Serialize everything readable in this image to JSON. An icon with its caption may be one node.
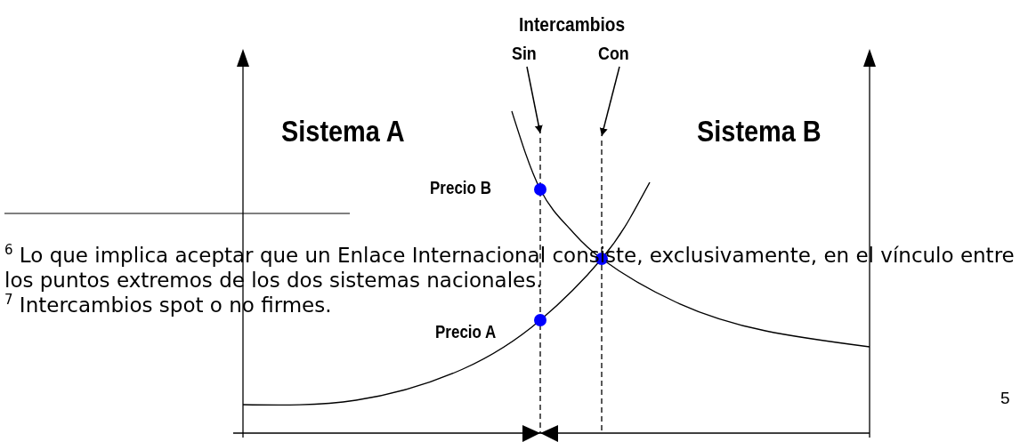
{
  "diagram": {
    "nodes": [
      {
        "text": [
          "Sin"
        ]
      },
      {
        "text": [
          "Con"
        ]
      },
      {
        "text": [],
        "shape": "line"
      },
      {
        "text": [],
        "shape": "line"
      }
    ],
    "edges": [
      {
        "from": 0,
        "to": 2,
        "arrow": "to"
      },
      {
        "from": 1,
        "to": 3,
        "arrow": "to"
      }
    ],
    "labels": [
      "Intercambios",
      "Sistema A",
      "Sistema B",
      "Precio B",
      "$^{6}$ Lo que implica aceptar que un Enlace Internacional consiste, exclusivamente, en el vínculo entre los puntos extremos de los dos sistemas nacionales.",
      "$^{7}$ Intercambios spot o no firmes.",
      "Precio A",
      "5"
    ]
  }
}
